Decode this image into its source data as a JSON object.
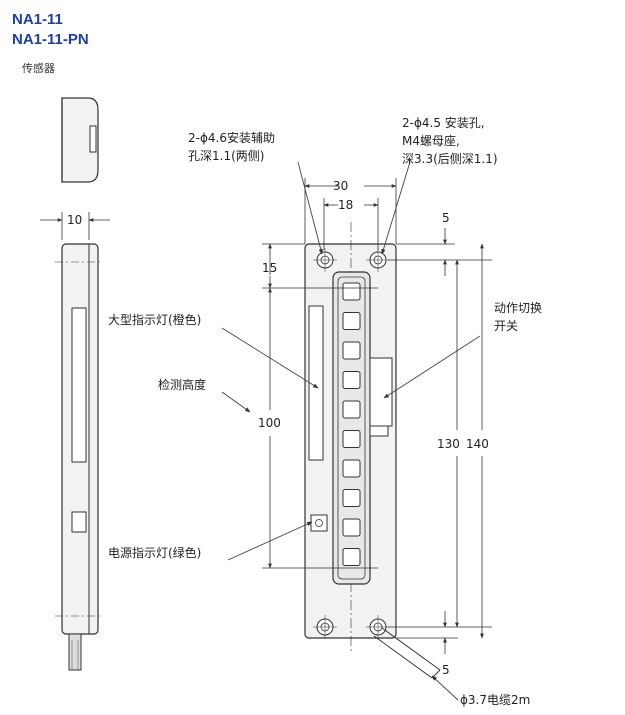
{
  "header": {
    "model_1": "NA1-11",
    "model_2": "NA1-11-PN",
    "subtitle": "传感器"
  },
  "colors": {
    "model_text": "#1a3fa8",
    "outline": "#333333",
    "leader": "#444444",
    "body_fill": "#f2f2f2"
  },
  "dimensions": {
    "side_width": "10",
    "outer_width": "30",
    "inner_width": "18",
    "top_offset": "15",
    "detection_height": "100",
    "top_margin": "5",
    "bottom_margin": "5",
    "pitch_height": "130",
    "total_height": "140"
  },
  "callouts": {
    "aux_hole_1": "2-ϕ4.6安装辅助",
    "aux_hole_2": "孔深1.1(两侧)",
    "mount_hole_1": "2-ϕ4.5 安装孔,",
    "mount_hole_2": "M4螺母座,",
    "mount_hole_3": "深3.3(后侧深1.1)",
    "large_indicator": "大型指示灯(橙色)",
    "detection_height_label": "检测高度",
    "power_indicator": "电源指示灯(绿色)",
    "switch_1": "动作切换",
    "switch_2": "开关",
    "cable": "ϕ3.7电缆2m"
  }
}
